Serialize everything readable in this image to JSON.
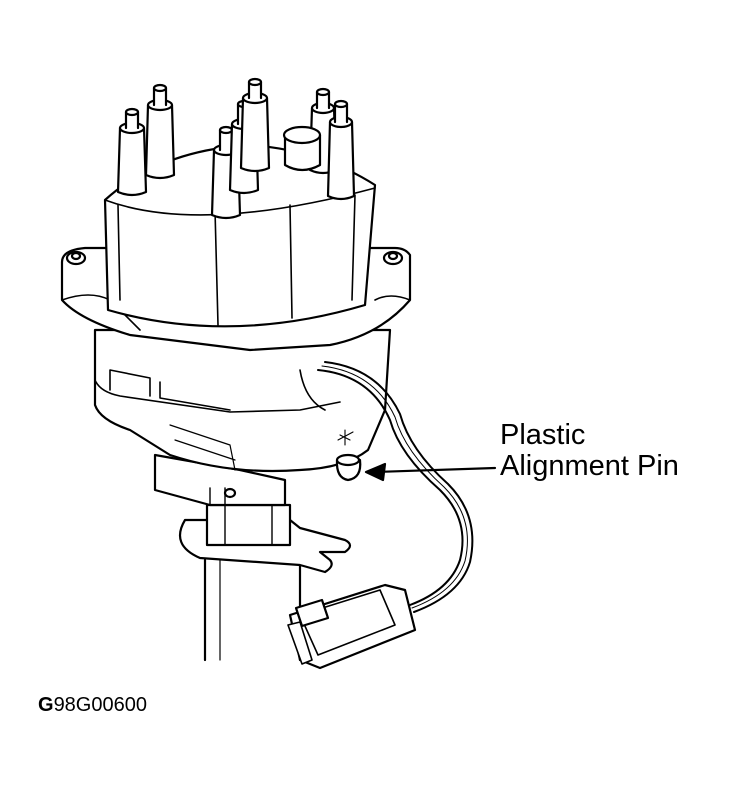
{
  "diagram": {
    "callout": {
      "line1": "Plastic",
      "line2": "Alignment Pin"
    },
    "figure_code": {
      "prefix": "G",
      "number": "98G00600"
    },
    "colors": {
      "ink": "#000000",
      "paper": "#ffffff"
    }
  }
}
